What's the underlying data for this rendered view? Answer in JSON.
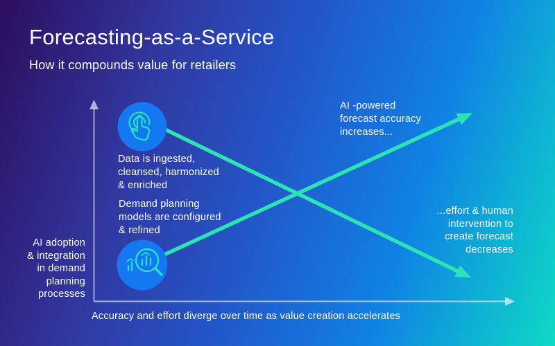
{
  "header": {
    "title": "Forecasting-as-a-Service",
    "subtitle": "How it compounds value for retailers"
  },
  "labels": {
    "step1": "Data is ingested,\ncleansed, harmonized\n& enriched",
    "step2": "Demand planning\nmodels are configured\n& refined",
    "accuracy_trend": "AI -powered\nforecast accuracy\nincreases...",
    "effort_trend": "...effort & human\nintervention to\ncreate forecast\ndecreases"
  },
  "axes": {
    "y_axis_label": "AI adoption\n& integration\nin demand\nplanning\nprocesses",
    "x_axis_caption": "Accuracy and effort diverge over time as value creation accelerates"
  },
  "trend_lines": [
    {
      "name": "forecast-accuracy",
      "direction": "up",
      "label": "AI -powered forecast accuracy increases..."
    },
    {
      "name": "human-effort",
      "direction": "down",
      "label": "...effort & human intervention to create forecast decreases"
    }
  ],
  "icons": [
    {
      "name": "touch-icon",
      "meaning": "data ingestion / interaction"
    },
    {
      "name": "magnifier-chart-icon",
      "meaning": "demand planning model analysis"
    }
  ],
  "colors": {
    "background_start": "#2b0e5e",
    "background_mid": "#2256c8",
    "background_end": "#0edac6",
    "arrow_teal": "#2de3b6",
    "icon_circle_blue": "#1478f2",
    "icon_stroke_teal": "#27e2c4",
    "axis_line": "rgba(255,255,255,0.6)",
    "text": "#ffffff"
  }
}
